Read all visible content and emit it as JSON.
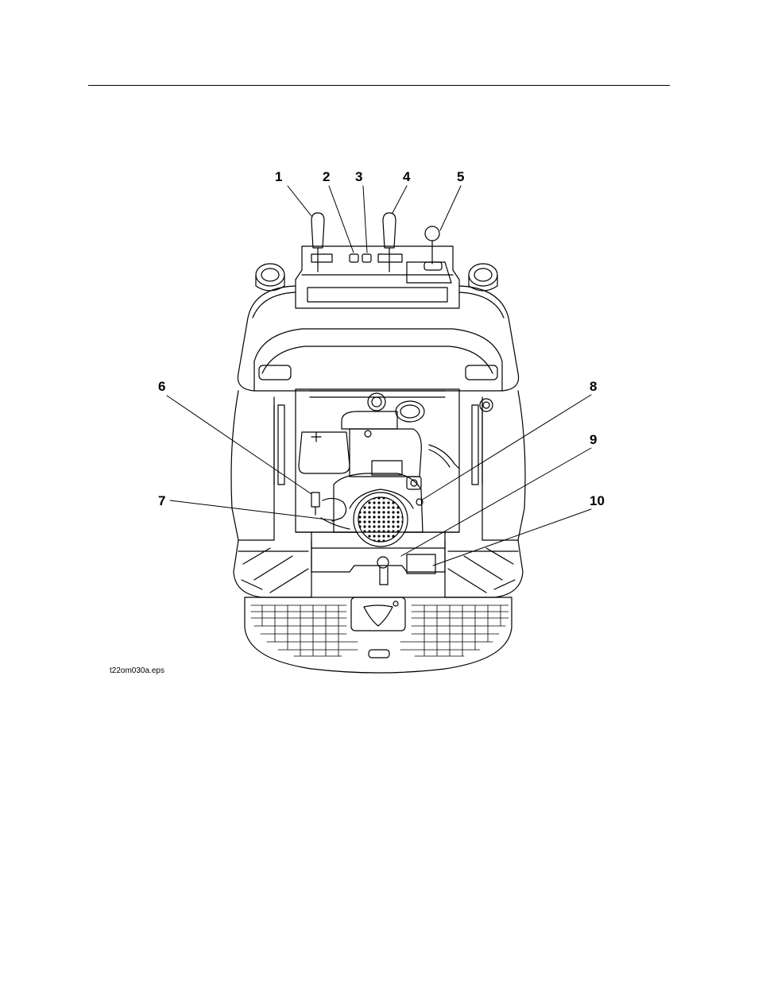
{
  "callouts": {
    "c1": "1",
    "c2": "2",
    "c3": "3",
    "c4": "4",
    "c5": "5",
    "c6": "6",
    "c7": "7",
    "c8": "8",
    "c9": "9",
    "c10": "10"
  },
  "figure_file": "t22om030a.eps"
}
